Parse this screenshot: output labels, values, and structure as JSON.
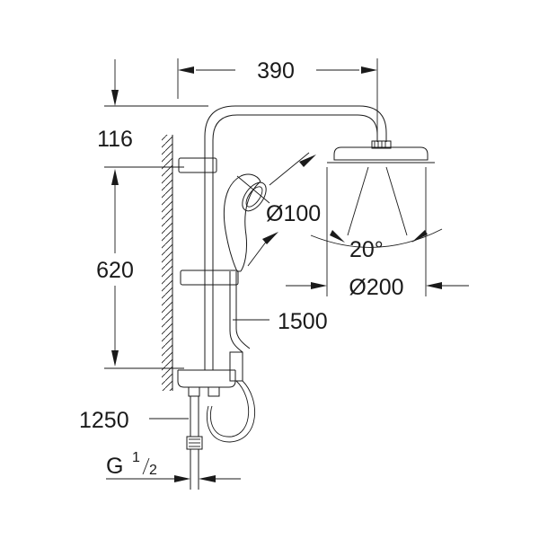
{
  "dimensions": {
    "width_top": "390",
    "height_top": "116",
    "rail_height": "620",
    "hand_shower_diameter": "Ø100",
    "spray_angle": "20°",
    "head_shower_diameter": "Ø200",
    "hose_length": "1500",
    "inlet_height": "1250",
    "thread_prefix": "G",
    "thread_num": "1",
    "thread_den": "2"
  }
}
